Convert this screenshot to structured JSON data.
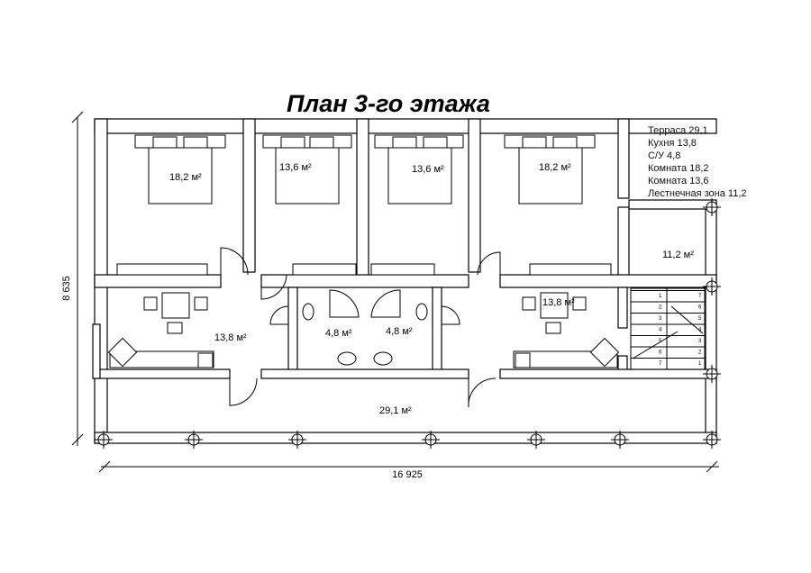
{
  "title": "План 3-го этажа",
  "legend": [
    "Терраса 29,1",
    "Кухня 13,8",
    "С/У 4,8",
    "Комната 18,2",
    "Комната 13,6",
    "Лестнечная зона 11,2"
  ],
  "rooms": {
    "bedroom1": "18,2 м²",
    "bedroom2": "13,6 м²",
    "bedroom3": "13,6 м²",
    "bedroom4": "18,2 м²",
    "stair_hall": "11,2 м²",
    "kitchen_left": "13,8 м²",
    "kitchen_right": "13,8 м²",
    "bath_left": "4,8 м²",
    "bath_right": "4,8 м²",
    "terrace": "29,1 м²"
  },
  "dimensions": {
    "width": "16 925",
    "height": "8 635"
  },
  "stair_numbers_left": [
    "1",
    "2",
    "3",
    "4",
    "5",
    "6",
    "7"
  ],
  "stair_numbers_right": [
    "7",
    "6",
    "5",
    "4",
    "3",
    "2",
    "1"
  ]
}
